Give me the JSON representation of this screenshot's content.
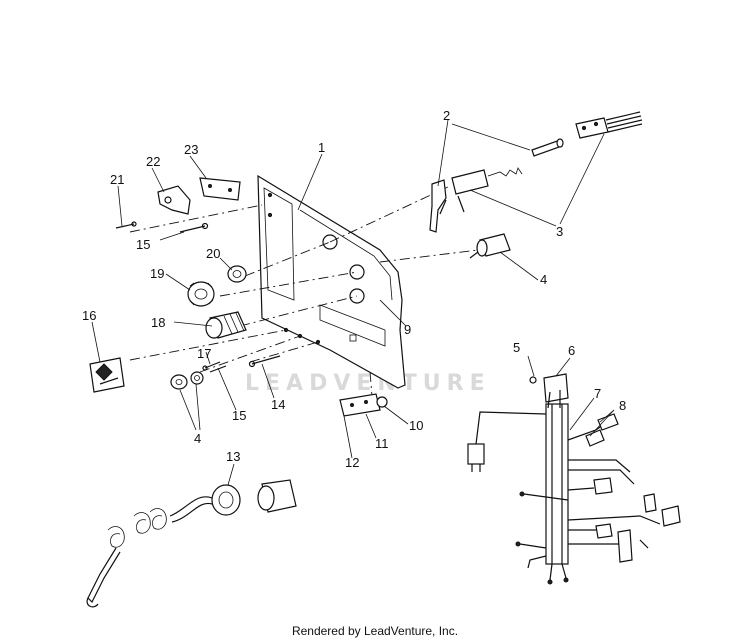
{
  "diagram": {
    "watermark": "LEADVENTURE",
    "footer": "Rendered by LeadVenture, Inc.",
    "callouts": {
      "c1": "1",
      "c2": "2",
      "c3": "3",
      "c4a": "4",
      "c4b": "4",
      "c5": "5",
      "c6": "6",
      "c7": "7",
      "c8": "8",
      "c9": "9",
      "c10": "10",
      "c11": "11",
      "c12": "12",
      "c13": "13",
      "c14": "14",
      "c15a": "15",
      "c15b": "15",
      "c16": "16",
      "c17": "17",
      "c18": "18",
      "c19": "19",
      "c20": "20",
      "c21": "21",
      "c22": "22",
      "c23": "23"
    }
  }
}
